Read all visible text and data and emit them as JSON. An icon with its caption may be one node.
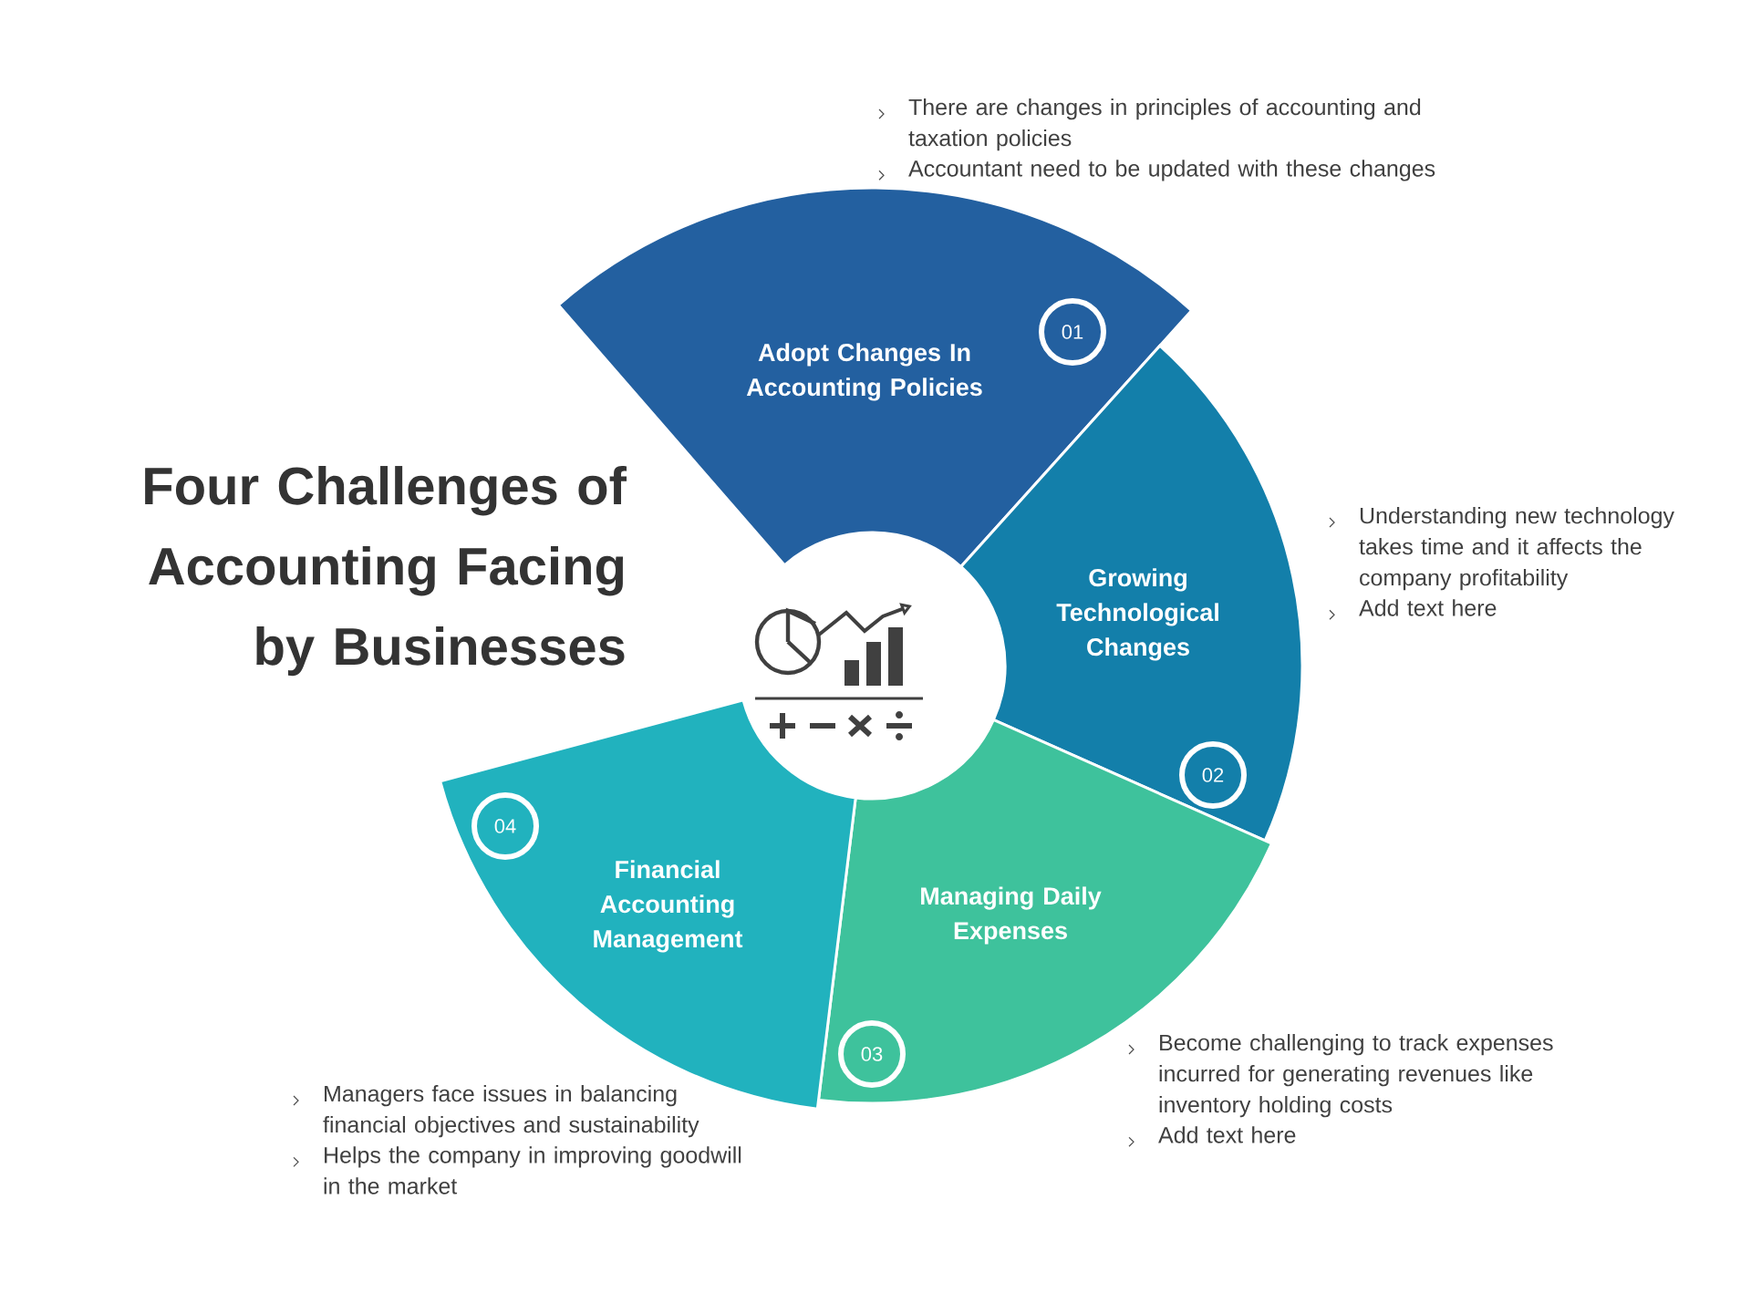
{
  "diagram": {
    "title": "Four Challenges of Accounting Facing by Businesses",
    "nodes": [
      {
        "text": [
          "Adopt Changes In Accounting Policies",
          "01"
        ],
        "beside": [
          "There are changes in principles of accounting and taxation policies",
          "Accountant need to be updated with these changes"
        ]
      },
      {
        "text": [
          "Growing Technological Changes",
          "02"
        ],
        "beside": [
          "Understanding new technology takes time and it affects the company profitability",
          "Add text here"
        ]
      },
      {
        "text": [
          "Managing Daily Expenses",
          "03"
        ],
        "beside": [
          "Become challenging to track expenses incurred for generating revenues like inventory holding costs",
          "Add text here"
        ]
      },
      {
        "text": [
          "Financial Accounting Management",
          "04"
        ],
        "beside": [
          "Managers face issues in balancing financial objectives and sustainability",
          "Helps the company in improving goodwill in the market"
        ]
      }
    ]
  }
}
